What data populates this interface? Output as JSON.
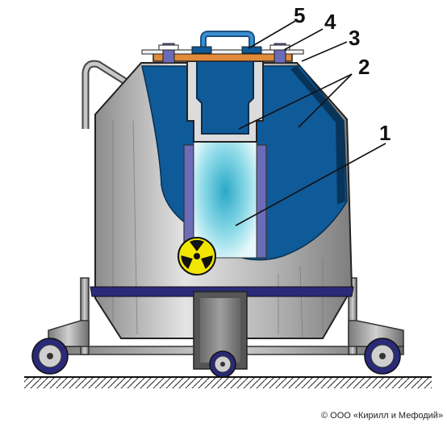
{
  "callouts": [
    {
      "id": "1",
      "text": "1"
    },
    {
      "id": "2",
      "text": "2"
    },
    {
      "id": "3",
      "text": "3"
    },
    {
      "id": "4",
      "text": "4"
    },
    {
      "id": "5",
      "text": "5"
    }
  ],
  "copyright": "© ООО «Кирилл и Мефодий»",
  "icons": {
    "hazard": "radiation-trefoil-icon"
  },
  "colors": {
    "body_gray": "#b8b8b8",
    "shield_blue": "#0f5a99",
    "band_navy": "#2a2a78",
    "handle_blue": "#3a8fd0",
    "cavity_cyan": "#6fd0e0",
    "lid_orange": "#e08a3a",
    "hazard_yellow": "#f2e600"
  }
}
